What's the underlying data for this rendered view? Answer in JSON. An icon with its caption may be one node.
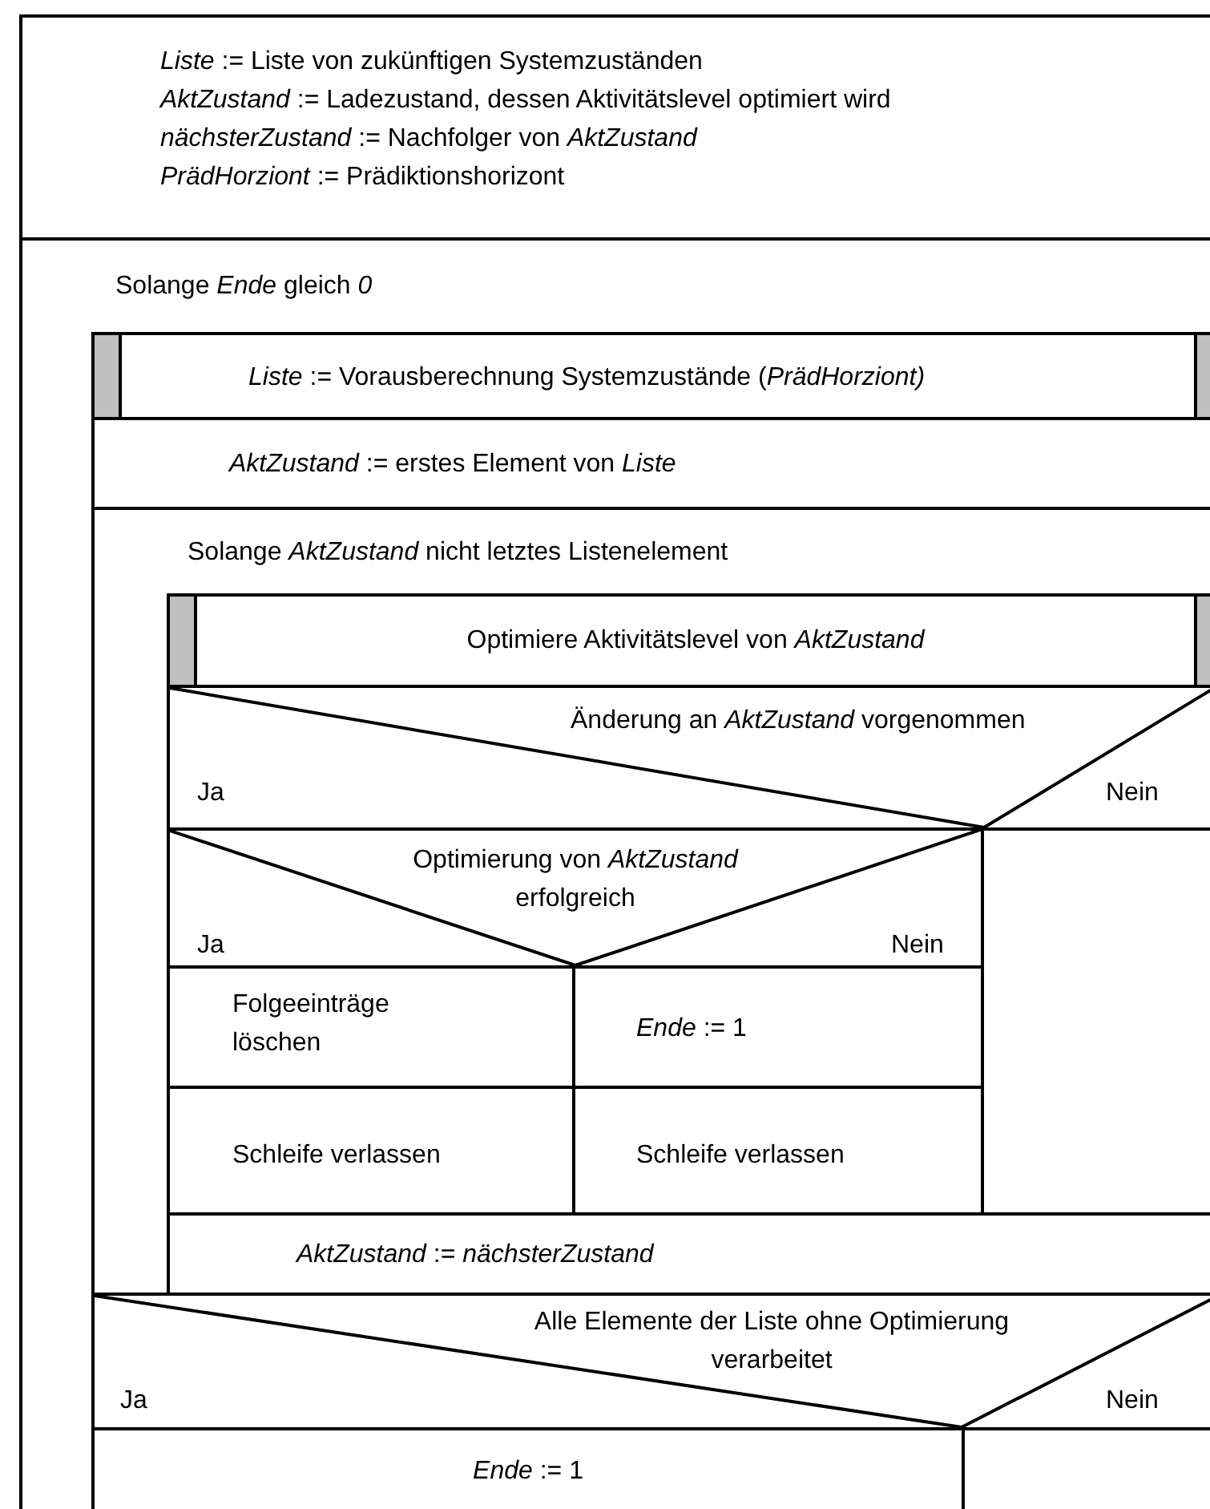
{
  "diagram": {
    "nodes": [
      {
        "text": [
          "*Liste* := Liste von zukünftigen Systemzuständen",
          "*AktZustand* := Ladezustand, dessen Aktivitätslevel optimiert wird",
          "*nächsterZustand*  := Nachfolger von *AktZustand*",
          "*PrädHorziont*  := Prädiktionshorizont"
        ]
      },
      {
        "text": [
          "Solange *Ende* gleich *0*"
        ]
      },
      {
        "text": [
          "*Liste* := Vorausberechnung Systemzustände (*PrädHorziont)*"
        ],
        "in": 1
      },
      {
        "text": [
          "*AktZustand* := erstes Element von *Liste*"
        ],
        "in": 1
      },
      {
        "text": [
          "Solange *AktZustand* nicht letztes Listenelement"
        ],
        "in": 1
      },
      {
        "text": [
          "Optimiere Aktivitätslevel von *AktZustand*"
        ],
        "in": 4
      },
      {
        "text": [
          "Änderung an *AktZustand* vorgenommen",
          "Ja",
          "Nein"
        ],
        "in": 4
      },
      {
        "text": [
          "Optimierung von *AktZustand* erfolgreich",
          "Ja",
          "Nein"
        ],
        "in": 4
      },
      {
        "text": [
          "Folgeeinträge löschen"
        ],
        "in": 4
      },
      {
        "text": [
          "*Ende* := 1"
        ],
        "in": 4
      },
      {
        "text": [
          "Schleife verlassen"
        ],
        "in": 4
      },
      {
        "text": [
          "Schleife verlassen"
        ],
        "in": 4
      },
      {
        "text": [
          "*AktZustand* := *nächsterZustand*"
        ],
        "in": 4
      },
      {
        "text": [
          "Alle Elemente der Liste ohne Optimierung verarbeitet",
          "Ja",
          "Nein"
        ],
        "in": 1
      },
      {
        "text": [
          "*Ende* := 1"
        ],
        "in": 1
      }
    ]
  }
}
